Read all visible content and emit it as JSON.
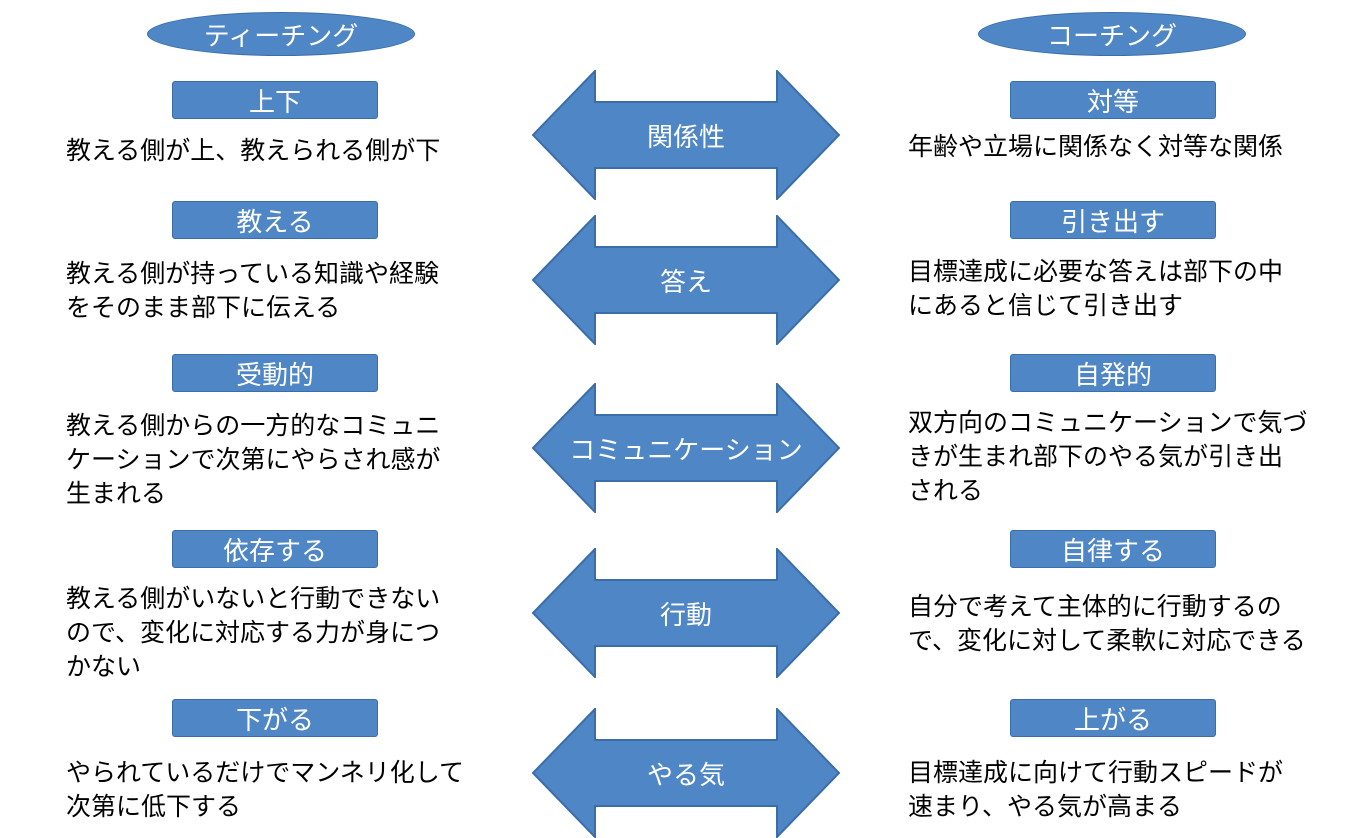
{
  "headers": {
    "left": "ティーチング",
    "right": "コーチング"
  },
  "rows": [
    {
      "left_label": "上下",
      "left_desc": "教える側が上、教えられる側が下",
      "arrow": "関係性",
      "right_label": "対等",
      "right_desc": "年齢や立場に関係なく対等な関係"
    },
    {
      "left_label": "教える",
      "left_desc": "教える側が持っている知識や経験\nをそのまま部下に伝える",
      "arrow": "答え",
      "right_label": "引き出す",
      "right_desc": "目標達成に必要な答えは部下の中\nにあると信じて引き出す"
    },
    {
      "left_label": "受動的",
      "left_desc": "教える側からの一方的なコミュニ\nケーションで次第にやらされ感が\n生まれる",
      "arrow": "コミュニケーション",
      "right_label": "自発的",
      "right_desc": "双方向のコミュニケーションで気づ\nきが生まれ部下のやる気が引き出\nされる"
    },
    {
      "left_label": "依存する",
      "left_desc": "教える側がいないと行動できない\nので、変化に対応する力が身につ\nかない",
      "arrow": "行動",
      "right_label": "自律する",
      "right_desc": "自分で考えて主体的に行動するの\nで、変化に対して柔軟に対応できる"
    },
    {
      "left_label": "下がる",
      "left_desc": "やられているだけでマンネリ化して\n次第に低下する",
      "arrow": "やる気",
      "right_label": "上がる",
      "right_desc": "目標達成に向けて行動スピードが\n速まり、やる気が高まる"
    }
  ],
  "colors": {
    "fill": "#4f86c6",
    "stroke": "#3b6ea8",
    "text_on_fill": "#ffffff"
  }
}
